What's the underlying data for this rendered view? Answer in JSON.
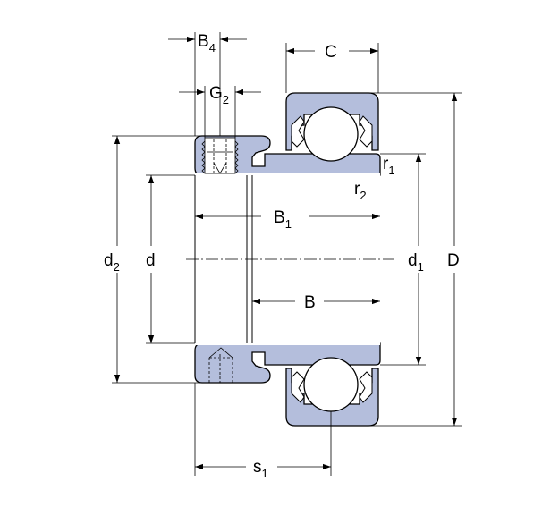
{
  "labels": {
    "B4": {
      "main": "B",
      "sub": "4"
    },
    "G2": {
      "main": "G",
      "sub": "2"
    },
    "C": {
      "main": "C",
      "sub": ""
    },
    "r1": {
      "main": "r",
      "sub": "1"
    },
    "r2": {
      "main": "r",
      "sub": "2"
    },
    "B1": {
      "main": "B",
      "sub": "1"
    },
    "d2": {
      "main": "d",
      "sub": "2"
    },
    "d": {
      "main": "d",
      "sub": ""
    },
    "d1": {
      "main": "d",
      "sub": "1"
    },
    "D": {
      "main": "D",
      "sub": ""
    },
    "B": {
      "main": "B",
      "sub": ""
    },
    "s1": {
      "main": "s",
      "sub": "1"
    }
  },
  "colors": {
    "body": "#b4bedc",
    "outline": "#000000",
    "background": "#ffffff"
  }
}
